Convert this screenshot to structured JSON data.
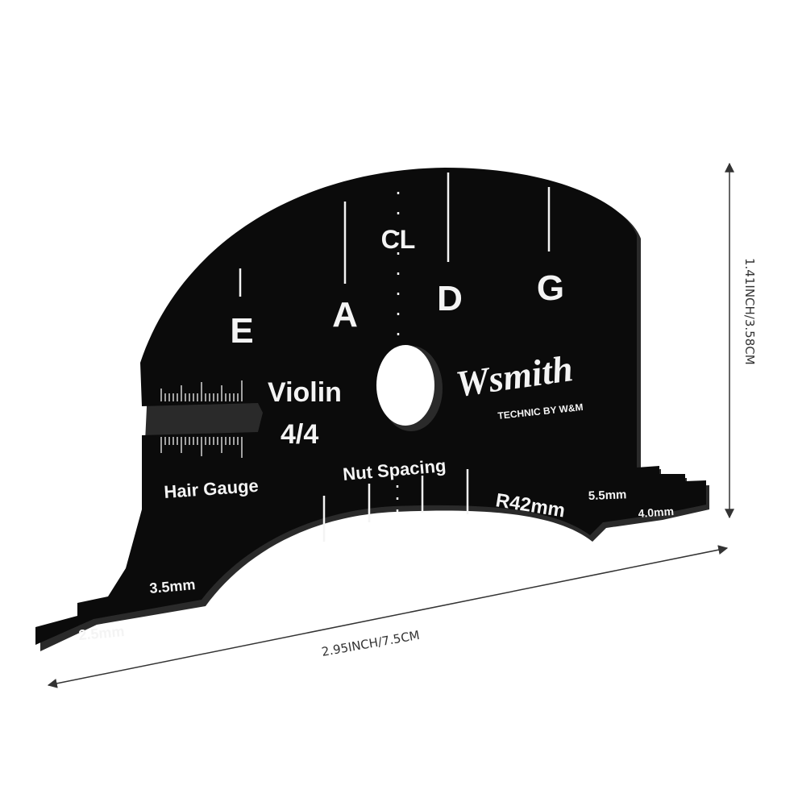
{
  "product": {
    "strings": [
      "E",
      "A",
      "D",
      "G"
    ],
    "center_line": "CL",
    "instrument": "Violin",
    "size": "4/4",
    "brand": "Wsmith",
    "brand_sub": "TECHNIC BY W&M",
    "hair_gauge": "Hair Gauge",
    "nut_spacing": "Nut Spacing",
    "radius": "R42mm",
    "left_steps": [
      "3.5mm",
      "2.5mm"
    ],
    "right_steps": [
      "5.5mm",
      "4.0mm"
    ]
  },
  "dimensions": {
    "width": "2.95INCH/7.5CM",
    "height": "1.41INCH/3.58CM"
  },
  "colors": {
    "plate": "#0b0b0b",
    "plate_edge": "#2a2a2a",
    "print": "#f4f4f4",
    "dimension_line": "#333333"
  }
}
